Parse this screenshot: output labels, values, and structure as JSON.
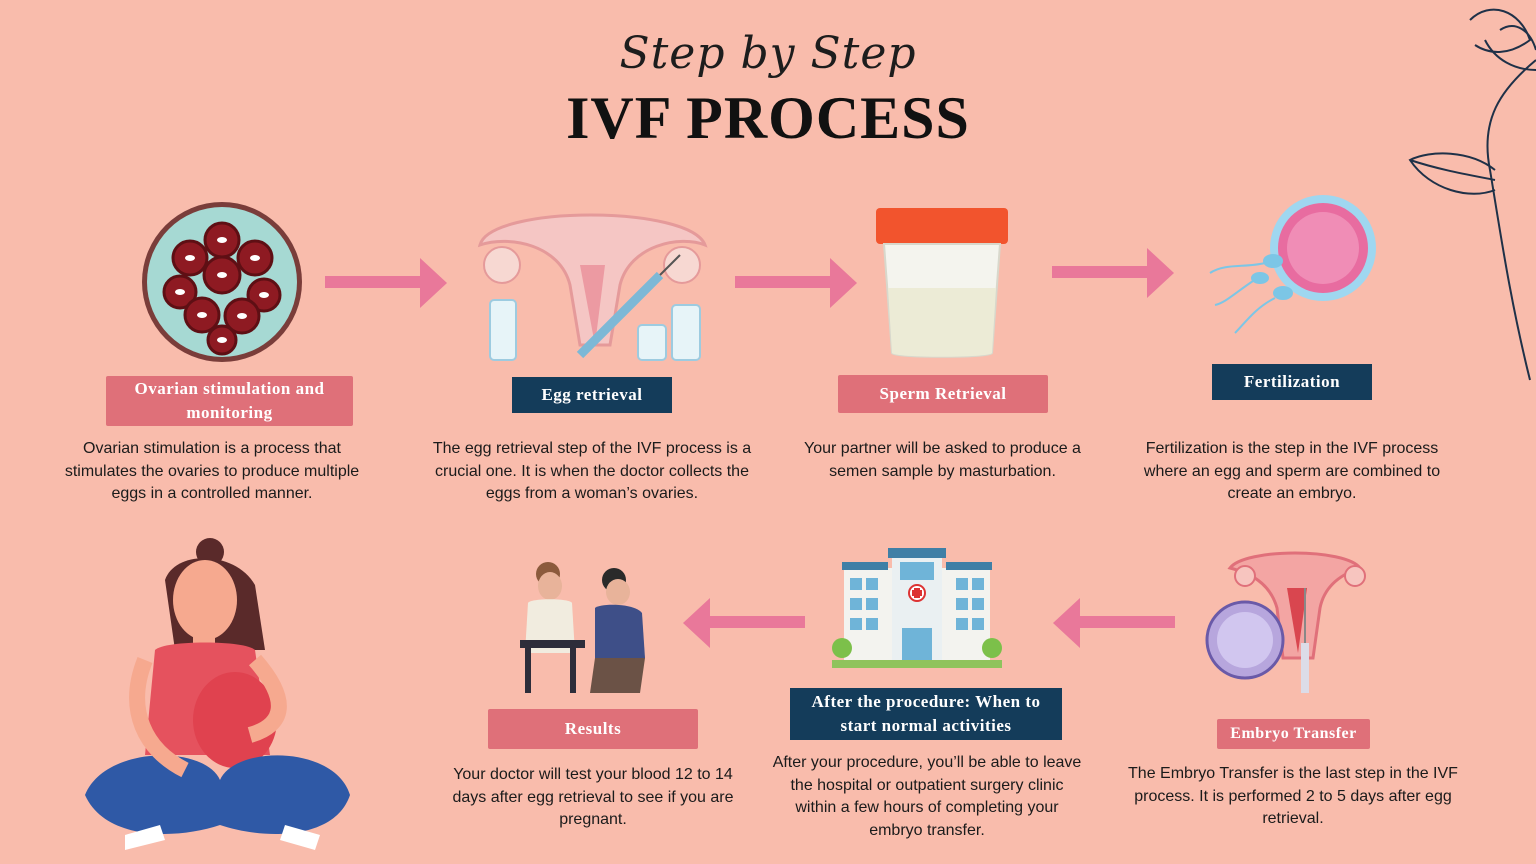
{
  "header": {
    "script_title": "Step by Step",
    "main_title": "IVF PROCESS"
  },
  "steps": [
    {
      "label": "Ovarian stimulation and monitoring",
      "description": "Ovarian stimulation is a process that stimulates the ovaries to produce multiple eggs in a controlled manner.",
      "icon": "egg-cells-dish-icon"
    },
    {
      "label": "Egg retrieval",
      "description": "The egg retrieval step of the IVF process is a crucial one. It is when the doctor collects the eggs from a woman’s ovaries.",
      "icon": "uterus-syringe-icon"
    },
    {
      "label": "Sperm Retrieval",
      "description": "Your partner will be asked to produce a semen sample by masturbation.",
      "icon": "sample-cup-icon"
    },
    {
      "label": "Fertilization",
      "description": "Fertilization is the step in the IVF process where an egg and sperm are combined to create an embryo.",
      "icon": "sperm-egg-icon"
    },
    {
      "label": "Embryo Transfer",
      "description": "The Embryo Transfer is the last step in the IVF process. It is performed 2 to 5 days after egg retrieval.",
      "icon": "uterus-embryo-icon"
    },
    {
      "label": "After the procedure: When to start normal activities",
      "description": "After your procedure, you’ll be able to leave the hospital or outpatient surgery clinic within a few hours of completing your embryo transfer.",
      "icon": "hospital-icon"
    },
    {
      "label": "Results",
      "description": "Your doctor will test your blood 12 to 14 days after egg retrieval to see if you are pregnant.",
      "icon": "doctor-patient-icon"
    }
  ],
  "colors": {
    "background": "#f9bcac",
    "arrow": "#e9789a",
    "pink_label": "#df7079",
    "navy_label": "#143c5a"
  },
  "illustrations": [
    "pregnant-woman-icon",
    "flower-line-art-icon"
  ]
}
